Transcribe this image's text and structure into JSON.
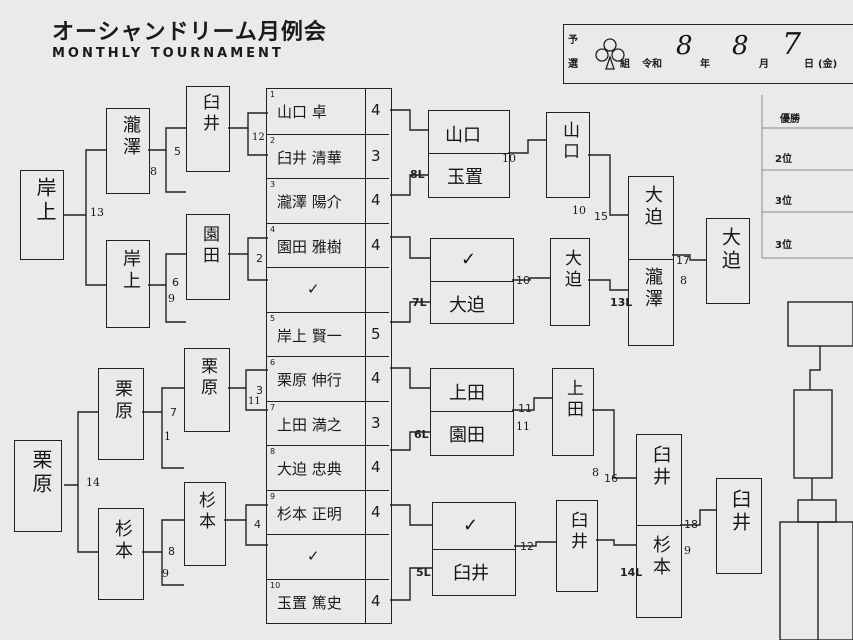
{
  "header": {
    "title": "オーシャンドリーム月例会",
    "subtitle": "MONTHLY TOURNAMENT",
    "label_yosen": "予",
    "label_yosen2": "選",
    "label_kumi": "組",
    "label_reiwa": "令和",
    "year": "8",
    "label_year": "年",
    "month": "8",
    "label_month": "月",
    "day": "7",
    "label_day": "日",
    "weekday": "(金)"
  },
  "rankings": {
    "first": "優勝",
    "second": "2位",
    "third_a": "3位",
    "third_b": "3位"
  },
  "center_list": [
    {
      "no": "1",
      "name": "山口 卓",
      "score": "4"
    },
    {
      "no": "2",
      "name": "臼井 清華",
      "score": "3"
    },
    {
      "no": "3",
      "name": "瀧澤 陽介",
      "score": "4"
    },
    {
      "no": "4",
      "name": "園田 雅樹",
      "score": "4"
    },
    {
      "no": "",
      "name": "✓",
      "score": ""
    },
    {
      "no": "5",
      "name": "岸上 賢一",
      "score": "5"
    },
    {
      "no": "6",
      "name": "栗原 伸行",
      "score": "4"
    },
    {
      "no": "7",
      "name": "上田 満之",
      "score": "3"
    },
    {
      "no": "8",
      "name": "大迫 忠典",
      "score": "4"
    },
    {
      "no": "9",
      "name": "杉本 正明",
      "score": "4"
    },
    {
      "no": "",
      "name": "✓",
      "score": ""
    },
    {
      "no": "10",
      "name": "玉置 篤史",
      "score": "4"
    }
  ],
  "left": {
    "top_winner": "岸上",
    "top_winner_score": "13",
    "bottom_winner": "栗原",
    "bottom_winner_score": "14",
    "r2_top_a": "瀧澤",
    "r2_top_a_score": "8",
    "r2_top_b": "岸上",
    "r2_top_b_score": "9",
    "r2_bot_a": "栗原",
    "r2_bot_a_score": "1",
    "r2_bot_b": "杉本",
    "r2_bot_b_score": "9",
    "r1_a": "臼井",
    "r1_a_score": "12",
    "r1_b": "園田",
    "r1_c": "栗原",
    "r1_c_score": "11",
    "r1_d": "杉本",
    "m5": "5",
    "m6": "6",
    "m7": "7",
    "m8": "8",
    "m2": "2",
    "m3": "3",
    "m4": "4"
  },
  "right": {
    "b8_top": "山口",
    "b8_bot": "玉置",
    "b8_label": "8L",
    "b8_score": "10",
    "b7_top": "✓",
    "b7_bot": "大迫",
    "b7_label": "7L",
    "b7_num": "10",
    "b6_top": "上田",
    "b6_bot": "園田",
    "b6_label": "6L",
    "b6_num": "11",
    "b6_score": "11",
    "b5_top": "✓",
    "b5_bot": "臼井",
    "b5_label": "5L",
    "b5_num": "12",
    "s_a": "山口",
    "s_a_score": "10",
    "s_b": "大迫",
    "s_c": "上田",
    "s_d": "臼井",
    "s_cd_score": "8",
    "f_top_a": "大迫",
    "f_top_b": "瀧澤",
    "f_top_label": "13L",
    "f_num15": "15",
    "f_bot_a": "臼井",
    "f_bot_b": "杉本",
    "f_bot_label": "14L",
    "f_num16": "16",
    "c17": "17",
    "c17_score": "8",
    "c18": "18",
    "c18_score": "9",
    "champ_top": "大迫",
    "champ_bot": "臼井"
  },
  "checks": {
    "mark": "✓"
  }
}
